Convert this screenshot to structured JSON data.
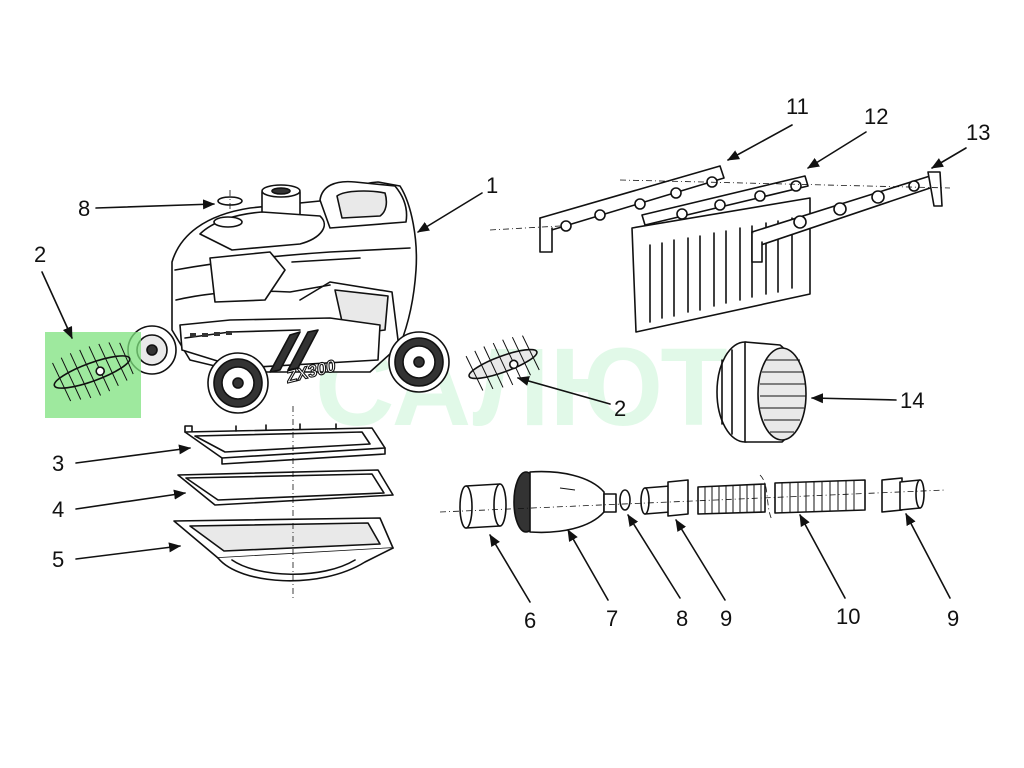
{
  "watermark": "САЛЮТ",
  "model_badge": "ZX300",
  "colors": {
    "ink": "#111111",
    "highlight": "#7ee27e",
    "watermark": "#2bd25a"
  },
  "callouts": [
    {
      "id": "c1",
      "text": "1"
    },
    {
      "id": "c2a",
      "text": "2"
    },
    {
      "id": "c2b",
      "text": "2"
    },
    {
      "id": "c3",
      "text": "3"
    },
    {
      "id": "c4",
      "text": "4"
    },
    {
      "id": "c5",
      "text": "5"
    },
    {
      "id": "c6",
      "text": "6"
    },
    {
      "id": "c7",
      "text": "7"
    },
    {
      "id": "c8a",
      "text": "8"
    },
    {
      "id": "c8b",
      "text": "8"
    },
    {
      "id": "c9a",
      "text": "9"
    },
    {
      "id": "c9b",
      "text": "9"
    },
    {
      "id": "c10",
      "text": "10"
    },
    {
      "id": "c11",
      "text": "11"
    },
    {
      "id": "c12",
      "text": "12"
    },
    {
      "id": "c13",
      "text": "13"
    },
    {
      "id": "c14",
      "text": "14"
    }
  ]
}
